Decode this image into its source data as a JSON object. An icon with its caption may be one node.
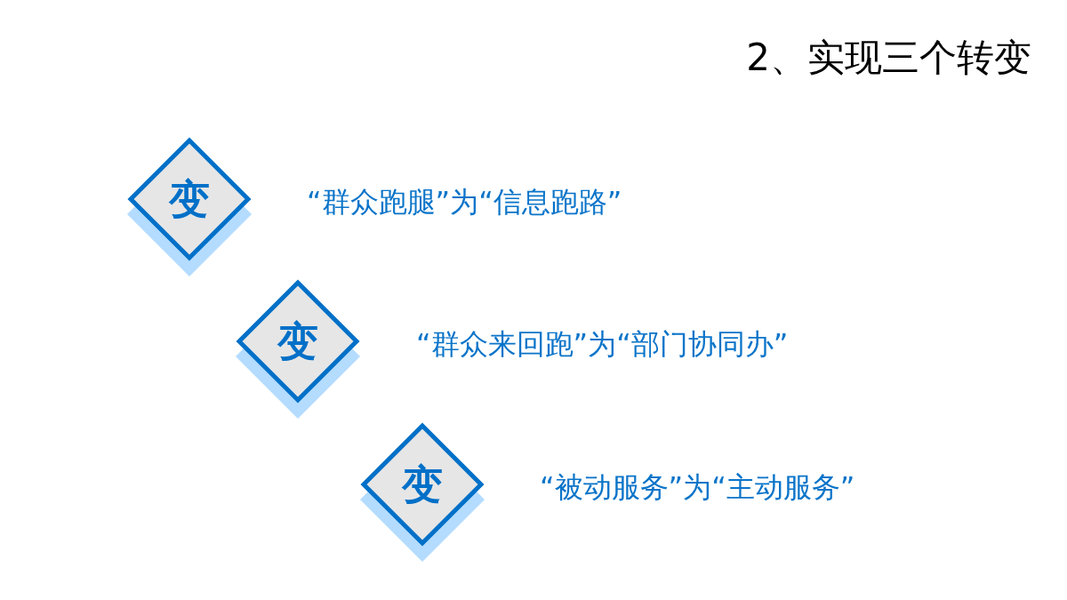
{
  "diagram": {
    "title": "2、实现三个转变",
    "nodes": [
      {
        "text": [
          "变"
        ],
        "beside": [
          "“群众跑腿”为“信息跑路”"
        ]
      },
      {
        "text": [
          "变"
        ],
        "beside": [
          "“群众来回跑”为“部门协同办”"
        ]
      },
      {
        "text": [
          "变"
        ],
        "beside": [
          "“被动服务”为“主动服务”"
        ]
      }
    ]
  }
}
